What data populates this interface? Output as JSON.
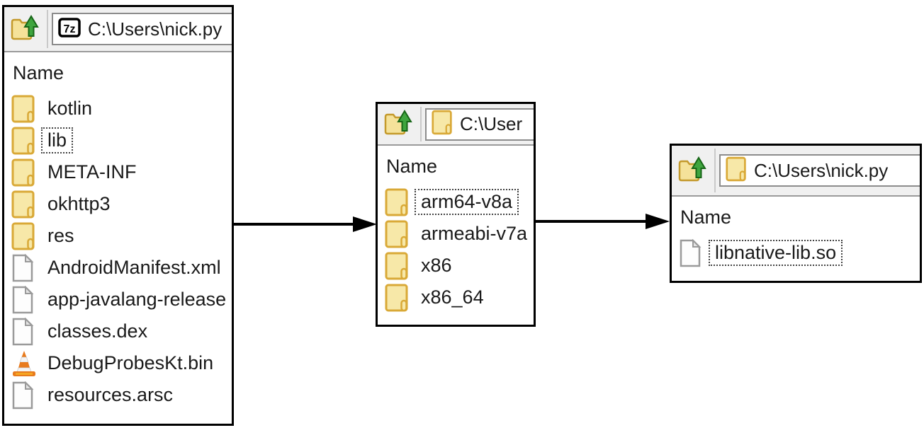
{
  "app": "7-Zip File Manager (three navigation steps)",
  "colors": {
    "window_border": "#000000",
    "toolbar_bg": "#f0f0f0",
    "folder_fill": "#f7e8a8",
    "folder_border": "#d9a937",
    "cone_orange": "#e87b1e",
    "arrow": "#000000",
    "focus_dotted": "#444444"
  },
  "windows": [
    {
      "path": "C:\\Users\\nick.py",
      "address_icon": "7z-archive-icon",
      "column_header": "Name",
      "items": [
        {
          "name": "kotlin",
          "icon": "folder",
          "selected": false
        },
        {
          "name": "lib",
          "icon": "folder",
          "selected": true
        },
        {
          "name": "META-INF",
          "icon": "folder",
          "selected": false
        },
        {
          "name": "okhttp3",
          "icon": "folder",
          "selected": false
        },
        {
          "name": "res",
          "icon": "folder",
          "selected": false
        },
        {
          "name": "AndroidManifest.xml",
          "icon": "file",
          "selected": false
        },
        {
          "name": "app-javalang-release",
          "icon": "file",
          "selected": false
        },
        {
          "name": "classes.dex",
          "icon": "file",
          "selected": false
        },
        {
          "name": "DebugProbesKt.bin",
          "icon": "vlc-cone",
          "selected": false
        },
        {
          "name": "resources.arsc",
          "icon": "file",
          "selected": false
        }
      ]
    },
    {
      "path": "C:\\User",
      "address_icon": "folder-icon",
      "column_header": "Name",
      "items": [
        {
          "name": "arm64-v8a",
          "icon": "folder",
          "selected": true
        },
        {
          "name": "armeabi-v7a",
          "icon": "folder",
          "selected": false
        },
        {
          "name": "x86",
          "icon": "folder",
          "selected": false
        },
        {
          "name": "x86_64",
          "icon": "folder",
          "selected": false
        }
      ]
    },
    {
      "path": "C:\\Users\\nick.py",
      "address_icon": "folder-icon",
      "column_header": "Name",
      "items": [
        {
          "name": "libnative-lib.so",
          "icon": "file",
          "selected": true
        }
      ]
    }
  ]
}
